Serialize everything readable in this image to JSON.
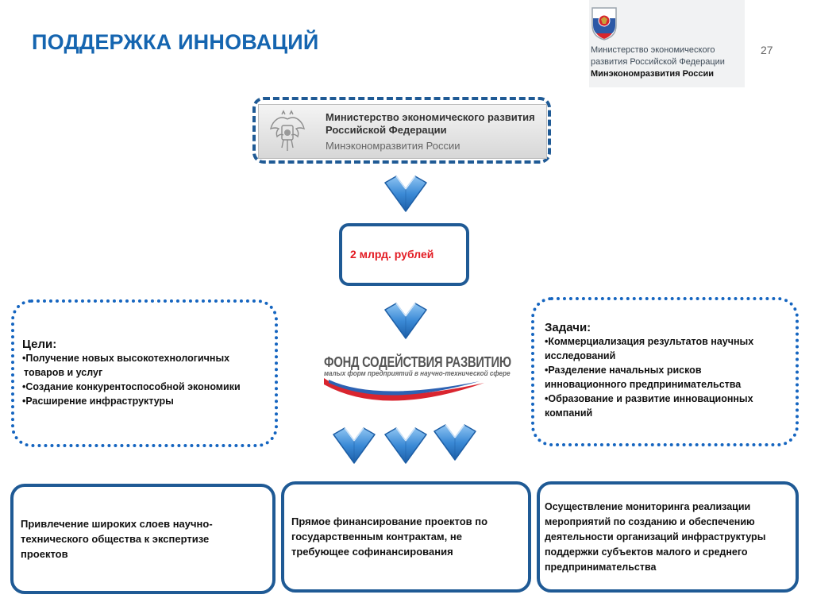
{
  "slide": {
    "title": "ПОДДЕРЖКА ИННОВАЦИЙ",
    "page_number": "27"
  },
  "corner_logo": {
    "line1": "Министерство экономического",
    "line2": "развития Российской Федерации",
    "line3": "Минэкономразвития России"
  },
  "ministry_banner": {
    "line1": "Министерство экономического развития",
    "line2": "Российской Федерации",
    "line3": "Минэкономразвития России"
  },
  "funding": {
    "amount": "2 млрд. рублей"
  },
  "fund_logo": {
    "line1": "ФОНД СОДЕЙСТВИЯ РАЗВИТИЮ",
    "line2": "малых форм предприятий в научно-технической сфере"
  },
  "goals": {
    "heading": "Цели:",
    "items": [
      "•Получение новых высокотехнологичных",
      "товаров и услуг",
      "•Создание конкурентоспособной экономики",
      "•Расширение инфраструктуры"
    ]
  },
  "tasks": {
    "heading": "Задачи:",
    "items": [
      "•Коммерциализация результатов научных",
      "исследований",
      "•Разделение начальных рисков",
      "инновационного предпринимательства",
      "•Образование и развитие инновационных",
      "компаний"
    ]
  },
  "bottom_boxes": [
    {
      "lines": [
        "Привлечение широких слоев научно-",
        "технического общества к экспертизе",
        "проектов"
      ]
    },
    {
      "lines": [
        "Прямое финансирование проектов по",
        "государственным контрактам, не",
        "требующее софинансирования"
      ]
    },
    {
      "lines": [
        "Осуществление мониторинга реализации",
        "мероприятий по созданию и обеспечению",
        "деятельности  организаций инфраструктуры",
        "поддержки субъектов малого и среднего",
        "предпринимательства"
      ]
    }
  ],
  "colors": {
    "title_blue": "#1565b0",
    "box_border": "#1f5a95",
    "dotted_border": "#1565c0",
    "amount_red": "#e31b23",
    "arrow_blue": "#2f7fd0"
  },
  "icons": [
    "russia-emblem-icon",
    "chevron-down-icon",
    "fund-flag-swoosh"
  ]
}
